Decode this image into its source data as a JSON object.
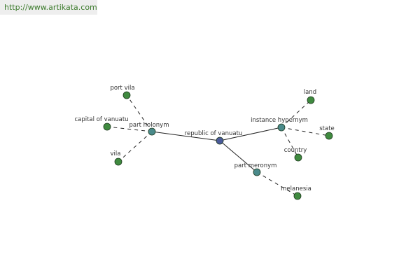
{
  "header": {
    "url": "http://www.artikata.com"
  },
  "colors": {
    "center_node": "#4a5a9a",
    "relation_node": "#4a8a8a",
    "leaf_node": "#3f8a3f",
    "edge": "#222222",
    "url_text": "#3a7a2a"
  },
  "graph": {
    "center": {
      "id": "republic-of-vanuatu",
      "label": "republic of vanuatu"
    },
    "relations": [
      {
        "id": "part-holonym",
        "label": "part holonym"
      },
      {
        "id": "instance-hypernym",
        "label": "instance hypernym"
      },
      {
        "id": "part-meronym",
        "label": "part meronym"
      }
    ],
    "leaves": [
      {
        "id": "port-vila",
        "label": "port vila",
        "relation": "part-holonym"
      },
      {
        "id": "capital-of-vanuatu",
        "label": "capital of vanuatu",
        "relation": "part-holonym"
      },
      {
        "id": "vila",
        "label": "vila",
        "relation": "part-holonym"
      },
      {
        "id": "land",
        "label": "land",
        "relation": "instance-hypernym"
      },
      {
        "id": "state",
        "label": "state",
        "relation": "instance-hypernym"
      },
      {
        "id": "country",
        "label": "country",
        "relation": "instance-hypernym"
      },
      {
        "id": "melanesia",
        "label": "melanesia",
        "relation": "part-meronym"
      }
    ]
  }
}
